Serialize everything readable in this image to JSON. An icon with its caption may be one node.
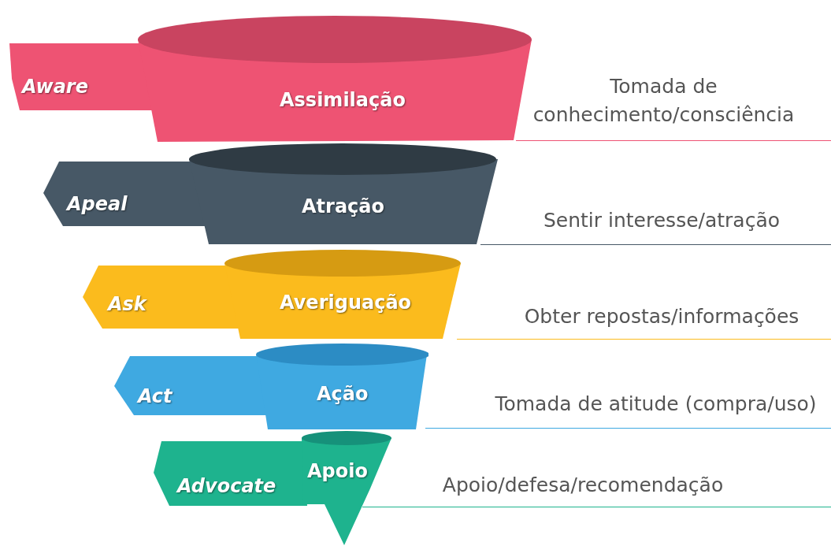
{
  "diagram": {
    "nodes": [
      {
        "text": [
          "Aware",
          "Assimilação"
        ],
        "beside": [
          "Tomada de conhecimento/consciência"
        ]
      },
      {
        "text": [
          "Apeal",
          "Atração"
        ],
        "beside": [
          "Sentir interesse/atração"
        ]
      },
      {
        "text": [
          "Ask",
          "Averiguação"
        ],
        "beside": [
          "Obter repostas/informações"
        ]
      },
      {
        "text": [
          "Act",
          "Ação"
        ],
        "beside": [
          "Tomada de atitude (compra/uso)"
        ]
      },
      {
        "text": [
          "Advocate",
          "Apoio"
        ],
        "beside": [
          "Apoio/defesa/recomendação"
        ]
      }
    ]
  }
}
